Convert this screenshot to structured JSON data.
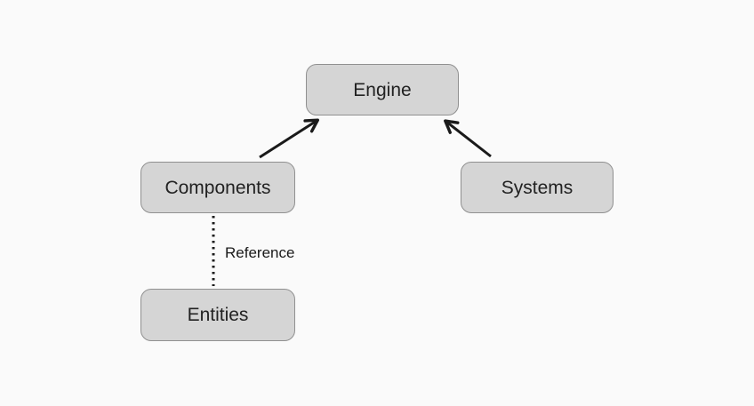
{
  "diagram": {
    "type": "flowchart",
    "colors": {
      "background": "#fafafa",
      "node_fill": "#d5d5d5",
      "node_border": "#909090",
      "line": "#1a1a1a",
      "text": "#222222"
    },
    "nodes": [
      {
        "id": "engine",
        "label": "Engine"
      },
      {
        "id": "components",
        "label": "Components"
      },
      {
        "id": "systems",
        "label": "Systems"
      },
      {
        "id": "entities",
        "label": "Entities"
      }
    ],
    "edges": [
      {
        "from": "components",
        "to": "engine",
        "style": "solid-arrow",
        "label": ""
      },
      {
        "from": "systems",
        "to": "engine",
        "style": "solid-arrow",
        "label": ""
      },
      {
        "from": "components",
        "to": "entities",
        "style": "dotted",
        "label": "Reference"
      }
    ]
  }
}
